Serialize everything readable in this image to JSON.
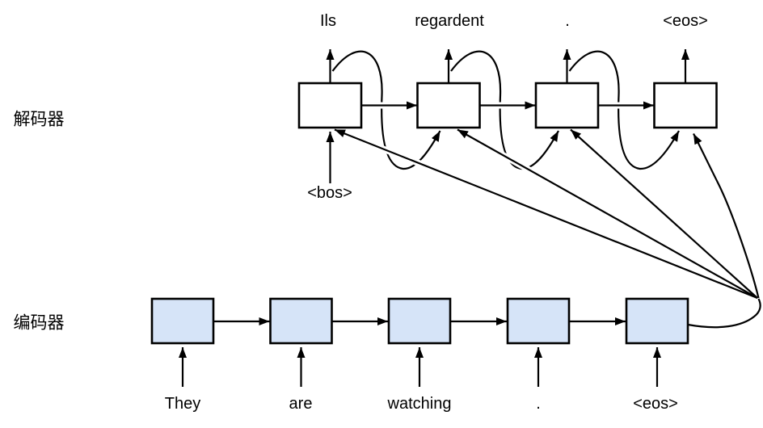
{
  "title": "RNN encoder-decoder sequence-to-sequence diagram",
  "labels": {
    "decoder_row": "解码器",
    "encoder_row": "编码器"
  },
  "decoder": {
    "outputs": [
      "Ils",
      "regardent",
      ".",
      "<eos>"
    ],
    "bos_input": "<bos>",
    "cell_count": 4
  },
  "encoder": {
    "inputs": [
      "They",
      "are",
      "watching",
      ".",
      "<eos>"
    ],
    "cell_count": 5
  },
  "colors": {
    "encoder_box_fill": "#d6e4f8",
    "box_stroke": "#000000",
    "line_color": "#000000",
    "background": "#ffffff",
    "text_color": "#000000"
  }
}
